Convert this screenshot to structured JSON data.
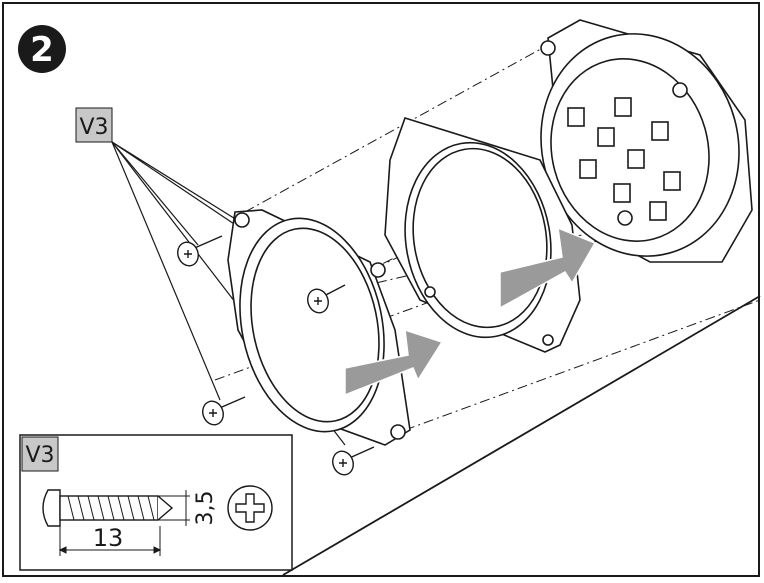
{
  "step": {
    "number": "2"
  },
  "callout": {
    "part_label": "V3"
  },
  "inset": {
    "part_label": "V3",
    "length_label": "13",
    "diameter_label": "3,5"
  },
  "colors": {
    "line": "#1a1a1a",
    "label_bg": "#c8c8c8",
    "arrow_fill": "#9a9a9a",
    "arrow_edge": "#ffffff",
    "panel_bg": "#ffffff"
  },
  "icons": {
    "step_badge": "filled-circle-number",
    "screw": "phillips-screw-icon",
    "screw_head": "phillips-head-icon",
    "direction": "large-gray-arrow"
  }
}
